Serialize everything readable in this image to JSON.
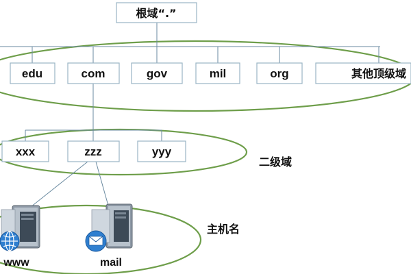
{
  "root": {
    "label": "根域“.”"
  },
  "top_level": {
    "nodes": [
      "edu",
      "com",
      "gov",
      "mil",
      "org",
      "其他顶级域"
    ]
  },
  "second_level": {
    "title": "二级域",
    "nodes": [
      "xxx",
      "zzz",
      "yyy"
    ]
  },
  "hosts": {
    "title": "主机名",
    "nodes": [
      {
        "label": "www",
        "icon": "server-globe-icon"
      },
      {
        "label": "mail",
        "icon": "server-mail-icon"
      }
    ]
  },
  "colors": {
    "ellipse": "#6e9e4a",
    "box_border": "#9ab4c4",
    "connector": "#6a8aa0",
    "text": "#111111"
  }
}
